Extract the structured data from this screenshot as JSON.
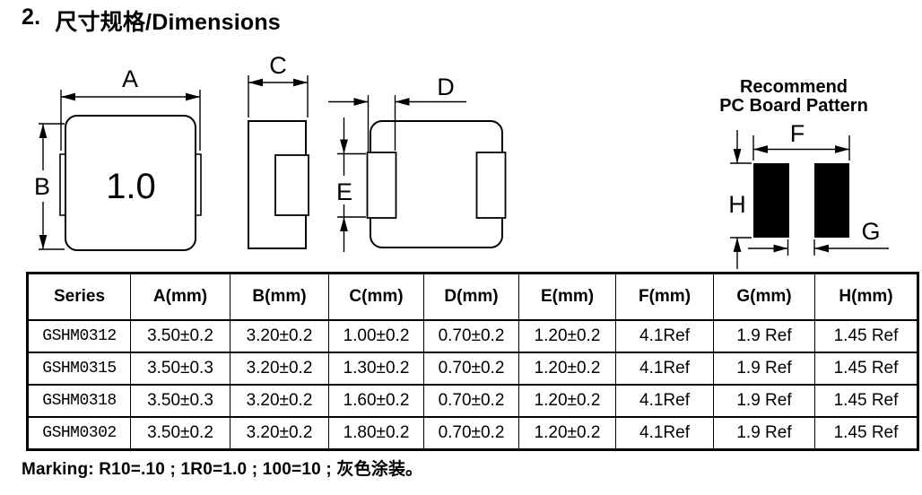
{
  "page": {
    "title_number": "2.",
    "title_text": "尺寸规格/Dimensions"
  },
  "drawings": {
    "top_view": {
      "dim_width": "A",
      "dim_height": "B",
      "part_marking": "1.0"
    },
    "side_view": {
      "dim_thickness": "C"
    },
    "bottom_view": {
      "dim_pad_width": "D",
      "dim_pad_height": "E"
    },
    "pcb_pattern": {
      "title_line1": "Recommend",
      "title_line2": "PC Board Pattern",
      "dim_span": "F",
      "dim_gap": "G",
      "dim_pad_height": "H"
    }
  },
  "table": {
    "columns": [
      "Series",
      "A(mm)",
      "B(mm)",
      "C(mm)",
      "D(mm)",
      "E(mm)",
      "F(mm)",
      "G(mm)",
      "H(mm)"
    ],
    "rows": [
      [
        "GSHM0312",
        "3.50±0.2",
        "3.20±0.2",
        "1.00±0.2",
        "0.70±0.2",
        "1.20±0.2",
        "4.1Ref",
        "1.9 Ref",
        "1.45 Ref"
      ],
      [
        "GSHM0315",
        "3.50±0.3",
        "3.20±0.2",
        "1.30±0.2",
        "0.70±0.2",
        "1.20±0.2",
        "4.1Ref",
        "1.9 Ref",
        "1.45 Ref"
      ],
      [
        "GSHM0318",
        "3.50±0.3",
        "3.20±0.2",
        "1.60±0.2",
        "0.70±0.2",
        "1.20±0.2",
        "4.1Ref",
        "1.9 Ref",
        "1.45 Ref"
      ],
      [
        "GSHM0302",
        "3.50±0.2",
        "3.20±0.2",
        "1.80±0.2",
        "0.70±0.2",
        "1.20±0.2",
        "4.1Ref",
        "1.9 Ref",
        "1.45 Ref"
      ]
    ]
  },
  "footer": {
    "marking_note": "Marking: R10=.10 ; 1R0=1.0 ; 100=10 ;  灰色涂装。"
  },
  "colors": {
    "ink": "#000000",
    "paper": "#ffffff"
  }
}
